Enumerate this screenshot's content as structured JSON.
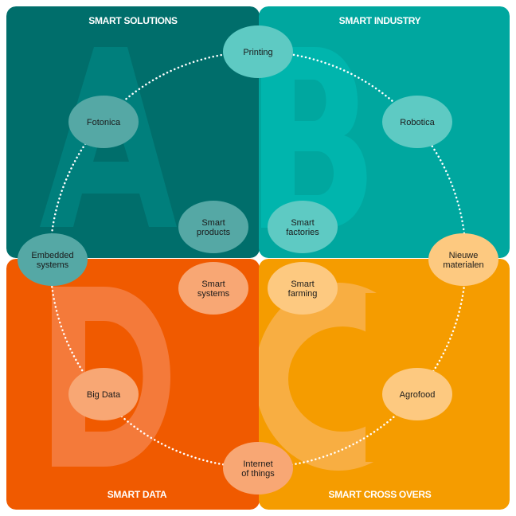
{
  "quadrants": [
    {
      "id": "a",
      "title": "SMART SOLUTIONS",
      "letter": "A",
      "color": "#006e6b",
      "letter_color": "#007f7c"
    },
    {
      "id": "b",
      "title": "SMART INDUSTRY",
      "letter": "B",
      "color": "#00a79f",
      "letter_color": "#00b5ad"
    },
    {
      "id": "d",
      "title": "SMART DATA",
      "letter": "D",
      "color": "#f05a00",
      "letter_color": "#f47a3a"
    },
    {
      "id": "c",
      "title": "SMART CROSS OVERS",
      "letter": "C",
      "color": "#f59c00",
      "letter_color": "#f8ae42"
    }
  ],
  "nodes": [
    {
      "lines": [
        "Printing"
      ],
      "color": "#5ecac3"
    },
    {
      "lines": [
        "Fotonica"
      ],
      "color": "#55a8a5"
    },
    {
      "lines": [
        "Robotica"
      ],
      "color": "#5ecac3"
    },
    {
      "lines": [
        "Smart",
        "products"
      ],
      "color": "#55a8a5"
    },
    {
      "lines": [
        "Smart",
        "factories"
      ],
      "color": "#5ecac3"
    },
    {
      "lines": [
        "Embedded",
        "systems"
      ],
      "color": "#55a8a5"
    },
    {
      "lines": [
        "Nieuwe",
        "materialen"
      ],
      "color": "#fdc980"
    },
    {
      "lines": [
        "Smart",
        "systems"
      ],
      "color": "#f8a774"
    },
    {
      "lines": [
        "Smart",
        "farming"
      ],
      "color": "#fdc980"
    },
    {
      "lines": [
        "Big Data"
      ],
      "color": "#f8a774"
    },
    {
      "lines": [
        "Agrofood"
      ],
      "color": "#fdc980"
    },
    {
      "lines": [
        "Internet",
        "of things"
      ],
      "color": "#f8a774"
    }
  ]
}
